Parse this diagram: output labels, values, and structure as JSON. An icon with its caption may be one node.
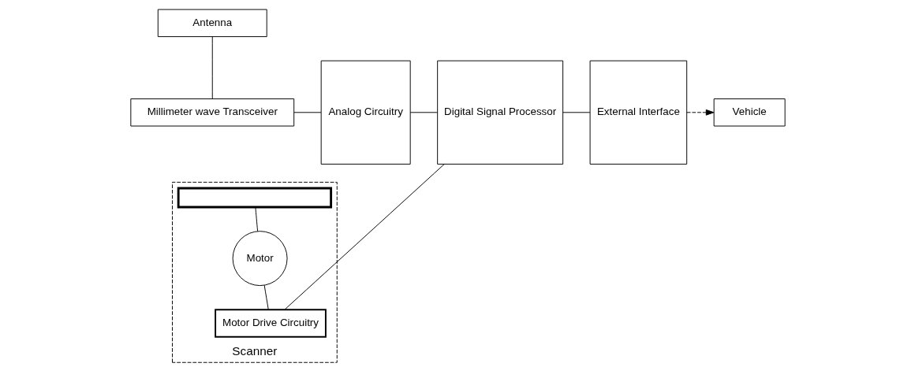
{
  "diagram": {
    "nodes": [
      {
        "text": [
          "Antenna"
        ]
      },
      {
        "text": [
          "Millimeter wave Transceiver"
        ]
      },
      {
        "text": [
          "Scanner"
        ]
      },
      {
        "text": [],
        "shape": "bracket",
        "in": 2
      },
      {
        "text": [
          "Motor"
        ],
        "in": 2
      },
      {
        "text": [
          "Motor Drive Circuitry"
        ],
        "in": 2
      },
      {
        "text": [
          "Analog Circuitry"
        ]
      },
      {
        "text": [
          "Digital Signal Processor"
        ]
      },
      {
        "text": [
          "External Interface"
        ]
      },
      {
        "text": [
          "Vehicle"
        ]
      }
    ],
    "edges": [
      {
        "from": 0,
        "to": 1,
        "arrow": "none"
      },
      {
        "from": 1,
        "to": 6,
        "arrow": "none"
      },
      {
        "from": 3,
        "to": 4,
        "arrow": "none"
      },
      {
        "from": 4,
        "to": 5,
        "arrow": "none"
      },
      {
        "from": 6,
        "to": 7,
        "arrow": "none"
      },
      {
        "from": 7,
        "to": 8,
        "arrow": "none"
      },
      {
        "from": 8,
        "to": 9,
        "arrow": "to",
        "style": "dashed"
      },
      {
        "from": 7,
        "to": 5,
        "arrow": "none"
      }
    ]
  }
}
